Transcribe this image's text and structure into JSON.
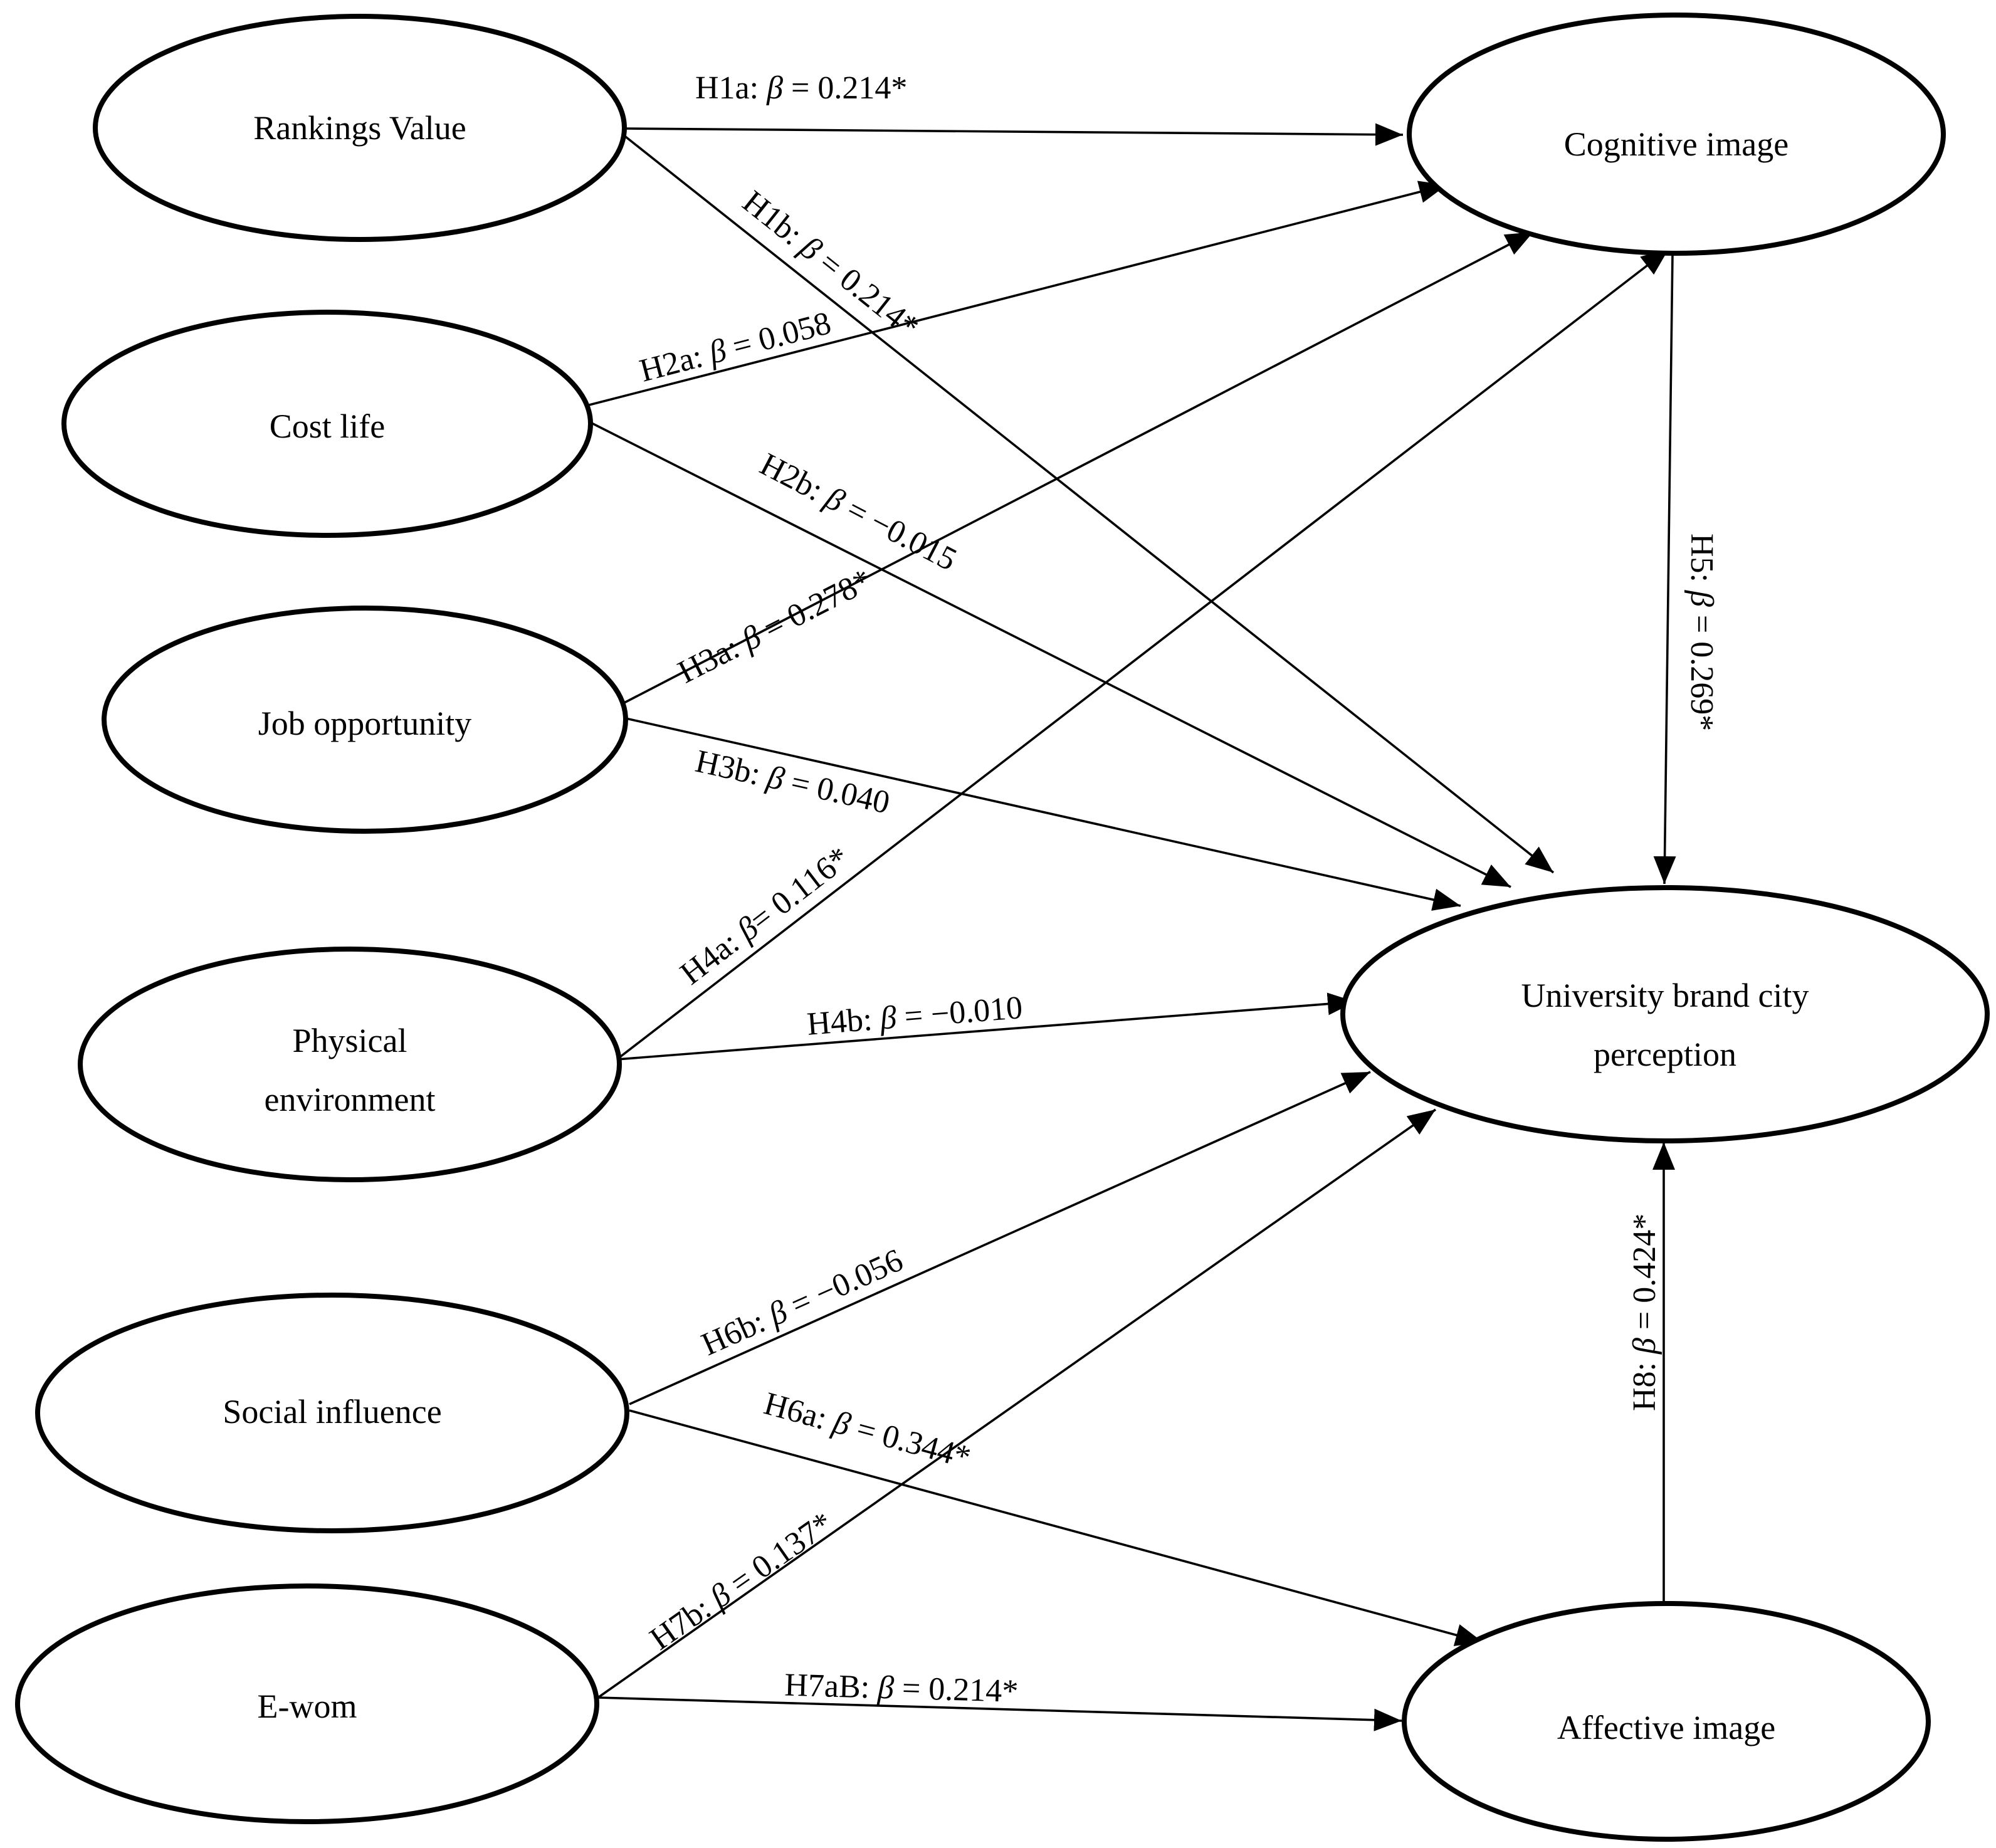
{
  "nodes": {
    "rankings": {
      "label": "Rankings Value"
    },
    "cost": {
      "label": "Cost life"
    },
    "job": {
      "label": "Job opportunity"
    },
    "physical": {
      "label_line1": "Physical",
      "label_line2": "environment"
    },
    "social": {
      "label": "Social influence"
    },
    "ewom": {
      "label": "E-wom"
    },
    "cognitive": {
      "label": "Cognitive image"
    },
    "university": {
      "label_line1": "University brand city",
      "label_line2": "perception"
    },
    "affective": {
      "label": "Affective image"
    }
  },
  "edges": [
    {
      "id": "H1a",
      "from": "Rankings Value",
      "to": "Cognitive image",
      "prefix": "H1a: ",
      "beta": "β",
      "value": " = 0.214*"
    },
    {
      "id": "H1b",
      "from": "Rankings Value",
      "to": "University brand city perception",
      "prefix": "H1b: ",
      "beta": "β",
      "value": " = 0.214*"
    },
    {
      "id": "H2a",
      "from": "Cost life",
      "to": "Cognitive image",
      "prefix": "H2a: ",
      "beta": "β",
      "value": " = 0.058"
    },
    {
      "id": "H2b",
      "from": "Cost life",
      "to": "University brand city perception",
      "prefix": "H2b: ",
      "beta": "β",
      "value": " = −0.015"
    },
    {
      "id": "H3a",
      "from": "Job opportunity",
      "to": "Cognitive image",
      "prefix": "H3a: ",
      "beta": "β",
      "value": " = 0.278*"
    },
    {
      "id": "H3b",
      "from": "Job opportunity",
      "to": "University brand city perception",
      "prefix": "H3b: ",
      "beta": "β",
      "value": " = 0.040"
    },
    {
      "id": "H4a",
      "from": "Physical environment",
      "to": "Cognitive image",
      "prefix": "H4a: ",
      "beta": "β",
      "value": "= 0.116*"
    },
    {
      "id": "H4b",
      "from": "Physical environment",
      "to": "University brand city perception",
      "prefix": "H4b: ",
      "beta": "β",
      "value": " = −0.010"
    },
    {
      "id": "H5",
      "from": "Cognitive image",
      "to": "University brand city perception",
      "prefix": "H5: ",
      "beta": "β",
      "value": " = 0.269*"
    },
    {
      "id": "H6a",
      "from": "Social influence",
      "to": "Affective image",
      "prefix": "H6a: ",
      "beta": "β",
      "value": " = 0.344*"
    },
    {
      "id": "H6b",
      "from": "Social influence",
      "to": "University brand city perception",
      "prefix": "H6b: ",
      "beta": "β",
      "value": " = −0.056"
    },
    {
      "id": "H7aB",
      "from": "E-wom",
      "to": "Affective image",
      "prefix": "H7aB: ",
      "beta": "β",
      "value": " = 0.214*"
    },
    {
      "id": "H7b",
      "from": "E-wom",
      "to": "University brand city perception",
      "prefix": "H7b: ",
      "beta": "β",
      "value": " = 0.137*"
    },
    {
      "id": "H8",
      "from": "Affective image",
      "to": "University brand city perception",
      "prefix": "H8: ",
      "beta": "β",
      "value": " = 0.424*"
    }
  ]
}
